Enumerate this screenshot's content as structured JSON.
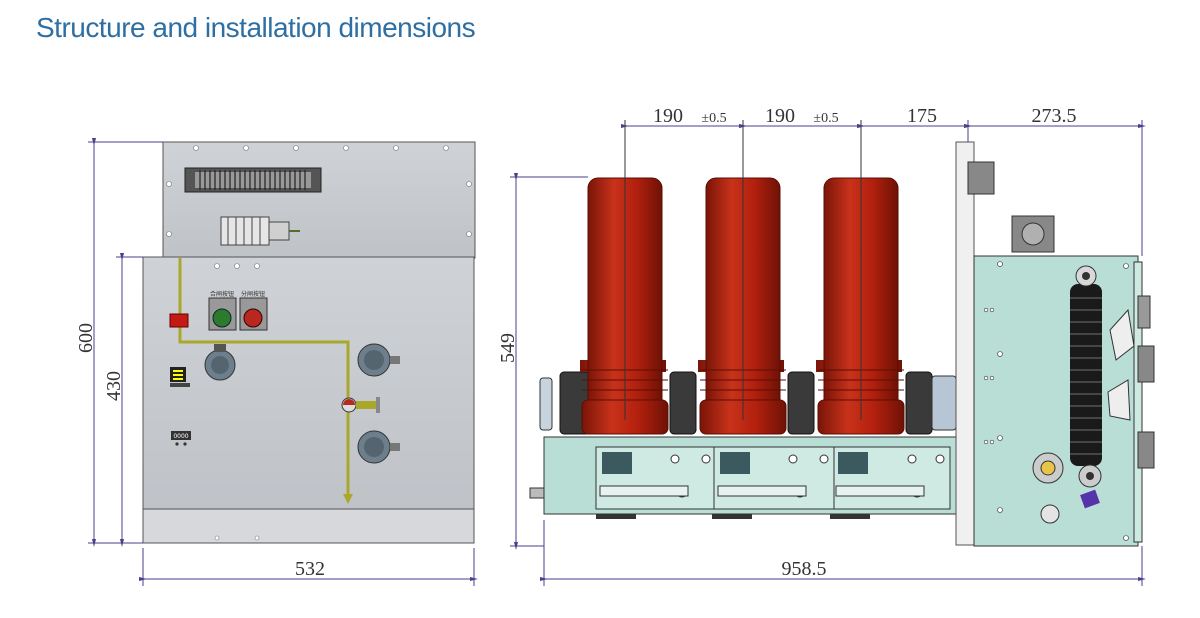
{
  "title": "Structure and installation dimensions",
  "front_view": {
    "dim_height_total": "600",
    "dim_height_body": "430",
    "dim_width": "532",
    "counter_label": "0000",
    "button_label_left": "合闸按钮",
    "button_label_right": "分闸按钮"
  },
  "side_view": {
    "dim_pitch_1": "190",
    "dim_pitch_2": "190",
    "dim_tol_1": "±0.5",
    "dim_tol_2": "±0.5",
    "dim_offset": "175",
    "dim_mechanism": "273.5",
    "dim_height": "549",
    "dim_length": "958.5"
  },
  "colors": {
    "title": "#2e6fa3",
    "panel": "#c9ccd0",
    "pole": "#b3200e",
    "frame": "#b9ded6",
    "wiring": "#a9a82a"
  }
}
